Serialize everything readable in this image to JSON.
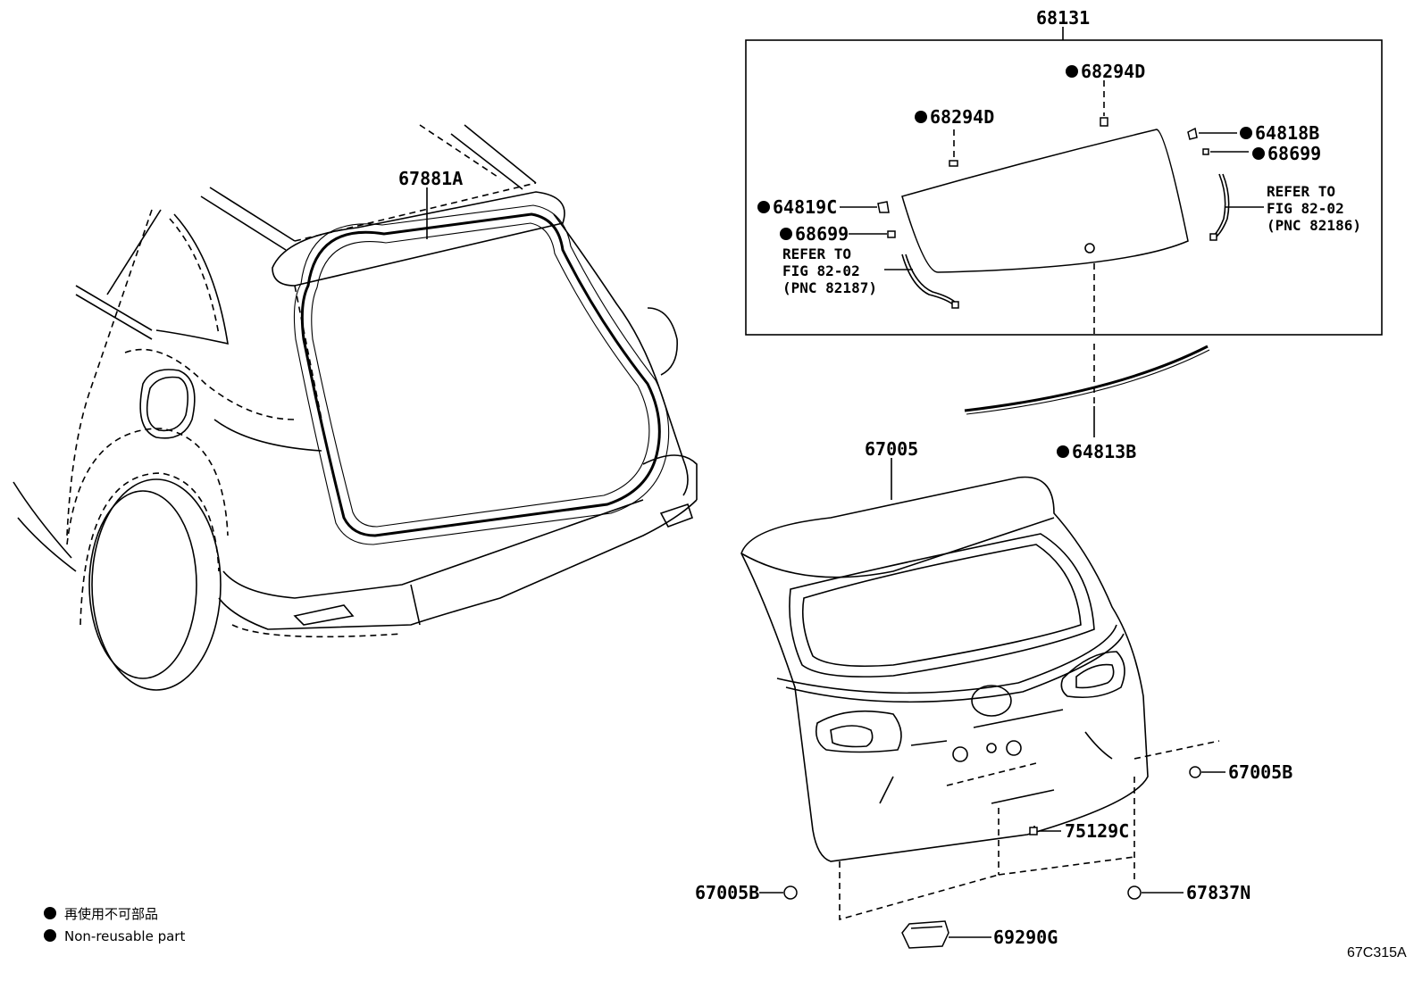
{
  "parts": {
    "p68131": "68131",
    "p68294D_top": "68294D",
    "p68294D_left": "68294D",
    "p64818B": "64818B",
    "p68699_right": "68699",
    "p64819C": "64819C",
    "p68699_left": "68699",
    "p64813B": "64813B",
    "p67881A": "67881A",
    "p67005": "67005",
    "p67005B_right": "67005B",
    "p75129C": "75129C",
    "p67005B_left": "67005B",
    "p67837N": "67837N",
    "p69290G": "69290G"
  },
  "refs": {
    "right": [
      "REFER TO",
      "FIG 82-02",
      "(PNC 82186)"
    ],
    "left": [
      "REFER TO",
      "FIG 82-02",
      "(PNC 82187)"
    ]
  },
  "legend": {
    "jp": "再使用不可部品",
    "en": "Non-reusable part"
  },
  "figure_code": "67C315A"
}
